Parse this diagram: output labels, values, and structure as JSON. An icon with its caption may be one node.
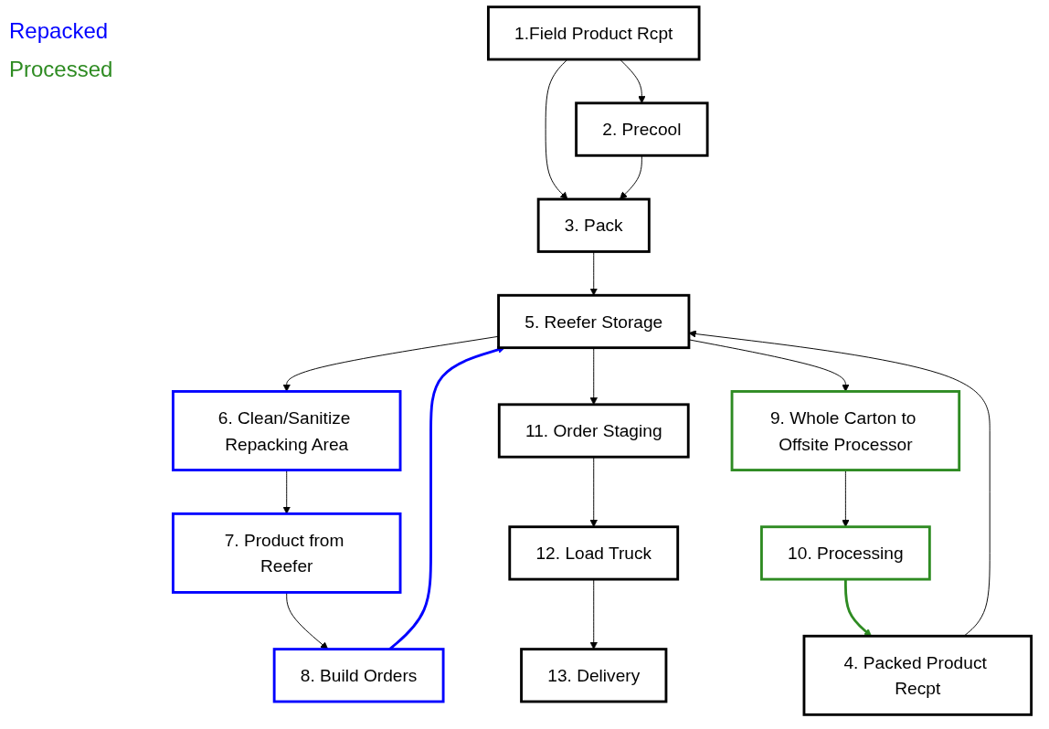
{
  "diagram": {
    "nodes": [
      {
        "text": [
          "1.Field Product Rcpt"
        ]
      },
      {
        "text": [
          "4. Packed Product Recpt"
        ]
      },
      {
        "text": [
          "2. Precool"
        ]
      },
      {
        "text": [
          "3. Pack"
        ]
      },
      {
        "text": [
          "5. Reefer Storage"
        ]
      },
      {
        "text": [
          "6. Clean/Sanitize Repacking Area"
        ]
      },
      {
        "text": [
          "11. Order Staging"
        ]
      },
      {
        "text": [
          "9. Whole Carton to Offsite Processor"
        ]
      },
      {
        "text": [
          "7. Product from Reefer"
        ]
      },
      {
        "text": [
          "12. Load Truck"
        ]
      },
      {
        "text": [
          "10. Processing"
        ]
      },
      {
        "text": [
          "8. Build Orders"
        ]
      },
      {
        "text": [
          "13. Delivery"
        ]
      }
    ],
    "edges": [
      {
        "from": 0,
        "to": 2,
        "arrow": "to"
      },
      {
        "from": 0,
        "to": 3,
        "arrow": "to"
      },
      {
        "from": 2,
        "to": 3,
        "arrow": "to"
      },
      {
        "from": 1,
        "to": 4,
        "arrow": "to"
      },
      {
        "from": 3,
        "to": 4,
        "arrow": "to"
      },
      {
        "from": 4,
        "to": 5,
        "arrow": "to"
      },
      {
        "from": 4,
        "to": 6,
        "arrow": "to"
      },
      {
        "from": 4,
        "to": 7,
        "arrow": "to"
      },
      {
        "from": 5,
        "to": 8,
        "arrow": "to"
      },
      {
        "from": 6,
        "to": 9,
        "arrow": "to"
      },
      {
        "from": 7,
        "to": 10,
        "arrow": "to"
      },
      {
        "from": 8,
        "to": 11,
        "arrow": "to"
      },
      {
        "from": 9,
        "to": 12,
        "arrow": "to"
      },
      {
        "from": 11,
        "to": 4,
        "arrow": "to",
        "style": "thick",
        "color": "#0000ff"
      },
      {
        "from": 10,
        "to": 1,
        "arrow": "to",
        "style": "thick",
        "color": "#2e8b22"
      }
    ],
    "labels": [
      "Repacked",
      "Processed"
    ]
  }
}
